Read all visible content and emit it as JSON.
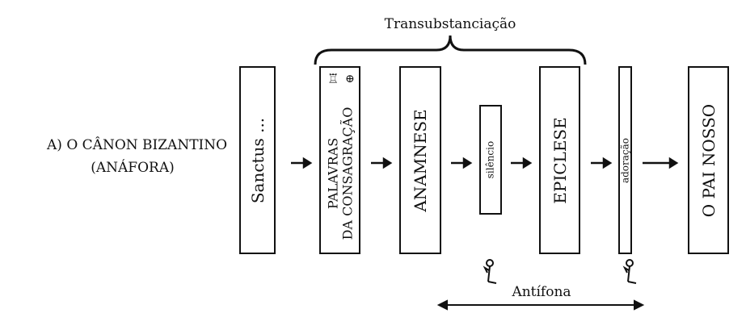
{
  "title_label": "A) O CÂNON BIZANTINO",
  "subtitle_label": "(ANÁFORA)",
  "brace_label": "Transubstanciação",
  "range_label": "Antífona",
  "steps": [
    {
      "label": "Sanctus ..."
    },
    {
      "line1": "PALAVRAS",
      "line2": "DA CONSAGRAÇÃO"
    },
    {
      "label": "ANAMNESE"
    },
    {
      "label": "silêncio"
    },
    {
      "label": "EPICLESE"
    },
    {
      "label": "adoração"
    },
    {
      "label": "O PAI NOSSO"
    }
  ],
  "icons": [
    "chalice-icon",
    "host-cross-icon",
    "kneeling-figure-icon",
    "kneeling-figure-icon"
  ]
}
